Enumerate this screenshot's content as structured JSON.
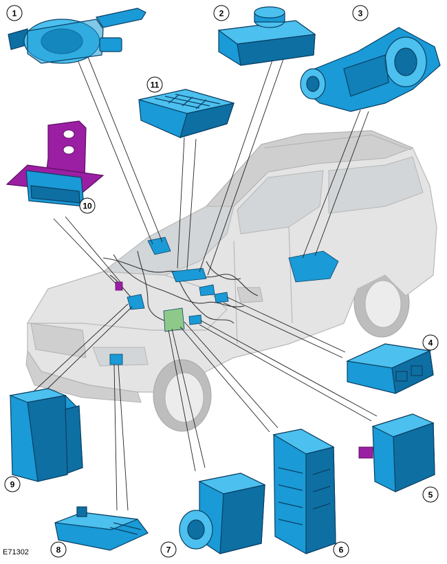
{
  "figure": {
    "reference_code": "E71302",
    "callouts": [
      "1",
      "2",
      "3",
      "4",
      "5",
      "6",
      "7",
      "8",
      "9",
      "10",
      "11"
    ]
  },
  "colors": {
    "module_blue": "#1a9ad6",
    "module_highlight": "#4cc0ee",
    "module_shadow": "#0e6fa3",
    "bracket_purple": "#9a1fa3",
    "vehicle_grey": "#e4e4e4",
    "leader_line": "#222222"
  }
}
